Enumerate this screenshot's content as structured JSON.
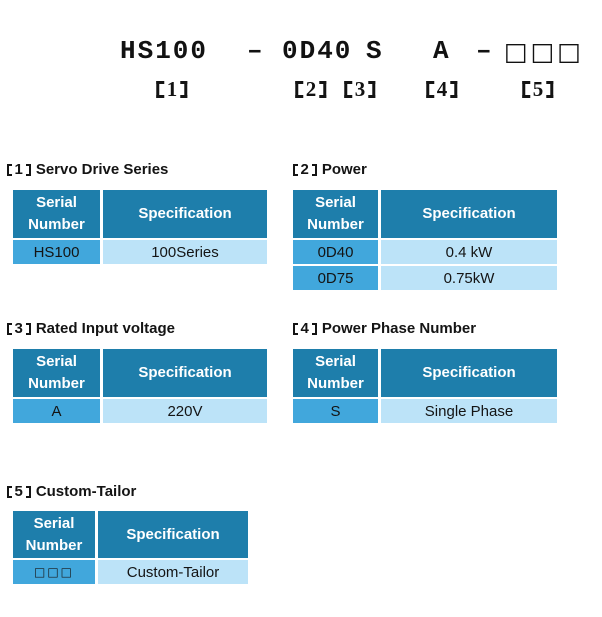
{
  "model_line": {
    "series": "HS100",
    "dash1": "–",
    "power": "0D40",
    "phase": "S",
    "voltage": "A",
    "dash2": "–",
    "custom_boxes": "□□□"
  },
  "markers": [
    "1",
    "2",
    "3",
    "4",
    "5"
  ],
  "columns": {
    "serial": "Serial Number",
    "spec": "Specification"
  },
  "sections": [
    {
      "num": "1",
      "title": "Servo Drive Series",
      "rows": [
        {
          "serial": "HS100",
          "spec": "100Series"
        }
      ]
    },
    {
      "num": "2",
      "title": "Power",
      "rows": [
        {
          "serial": "0D40",
          "spec": "0.4 kW"
        },
        {
          "serial": "0D75",
          "spec": "0.75kW"
        }
      ]
    },
    {
      "num": "3",
      "title": "Rated Input voltage",
      "rows": [
        {
          "serial": "A",
          "spec": "220V"
        }
      ]
    },
    {
      "num": "4",
      "title": "Power Phase Number",
      "rows": [
        {
          "serial": "S",
          "spec": "Single Phase"
        }
      ]
    },
    {
      "num": "5",
      "title": "Custom-Tailor",
      "rows": [
        {
          "serial": "□□□",
          "spec": "Custom-Tailor"
        }
      ]
    }
  ],
  "colors": {
    "header_bg": "#1E7EAB",
    "serial_cell_bg": "#41A7DC",
    "spec_cell_bg": "#BCE3F8"
  }
}
